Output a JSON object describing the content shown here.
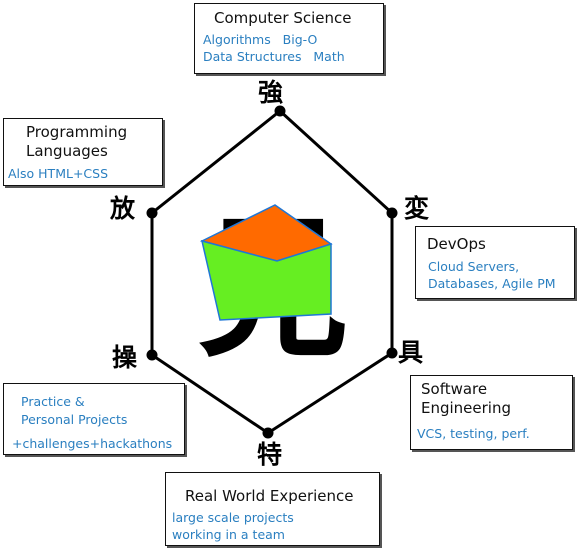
{
  "center_glyph": "見",
  "vertices": [
    {
      "glyph": "強",
      "name": "kanji-top"
    },
    {
      "glyph": "変",
      "name": "kanji-upper-right"
    },
    {
      "glyph": "具",
      "name": "kanji-lower-right"
    },
    {
      "glyph": "特",
      "name": "kanji-bottom"
    },
    {
      "glyph": "操",
      "name": "kanji-lower-left"
    },
    {
      "glyph": "放",
      "name": "kanji-upper-left"
    }
  ],
  "boxes": {
    "cs": {
      "title": "Computer Science",
      "lines": [
        "Algorithms   Big-O",
        "Data Structures   Math"
      ]
    },
    "pl": {
      "title": "Programming\nLanguages",
      "lines": [
        "Also HTML+CSS"
      ]
    },
    "devops": {
      "title": "DevOps",
      "lines": [
        "Cloud Servers,",
        "Databases, Agile PM"
      ]
    },
    "se": {
      "title": "Software\nEngineering",
      "lines": [
        "VCS, testing, perf."
      ]
    },
    "practice": {
      "title": "",
      "lines": [
        "Practice &",
        "Personal Projects",
        "",
        "+challenges+hackathons"
      ]
    },
    "rwe": {
      "title": "Real World Experience",
      "lines": [
        "large scale projects",
        "working in a team"
      ]
    }
  },
  "colors": {
    "roof": "#ff6a00",
    "body": "#66ee22",
    "outline": "#1f77d6",
    "note": "#2a7fc0"
  }
}
